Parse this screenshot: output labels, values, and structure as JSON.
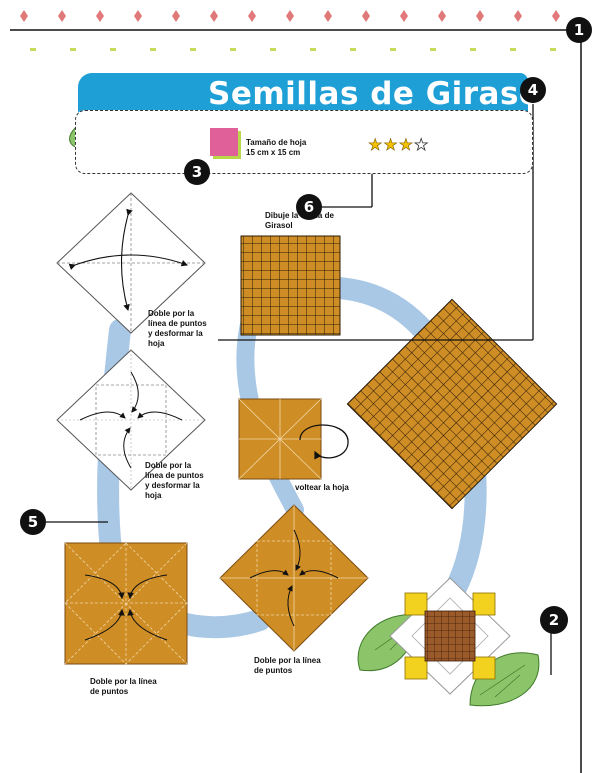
{
  "header": {
    "title": "Semillas de Girasol",
    "paper_size_label": "Tamaño de hoja",
    "paper_size_value": "15 cm x 15 cm",
    "difficulty_stars": 3,
    "difficulty_max": 4
  },
  "callouts": {
    "c1": "1",
    "c2": "2",
    "c3": "3",
    "c4": "4",
    "c5": "5",
    "c6": "6"
  },
  "steps": {
    "pattern_label_line1": "Dibuje la trama de",
    "pattern_label_line2": "Girasol",
    "step1_line1": "Doble por la",
    "step1_line2": "línea de puntos",
    "step1_line3": "y desformar la",
    "step1_line4": "hoja",
    "step2_line1": "Doble por la",
    "step2_line2": "línea de puntos",
    "step2_line3": "y desformar la",
    "step2_line4": "hoja",
    "flip_label": "voltear la hoja",
    "step4_line1": "Doble por la línea",
    "step4_line2": "de puntos",
    "step5_line1": "Doble por la línea",
    "step5_line2": "de puntos"
  },
  "colors": {
    "banner_blue": "#1e9fd6",
    "paper_orange": "#cf8d25",
    "path_blue": "#a9c8e6",
    "diamond_pink": "#e07a7a",
    "dash_green": "#c9dc5a",
    "leaf_green": "#8cc46a",
    "petal_yellow": "#f3d21f"
  }
}
